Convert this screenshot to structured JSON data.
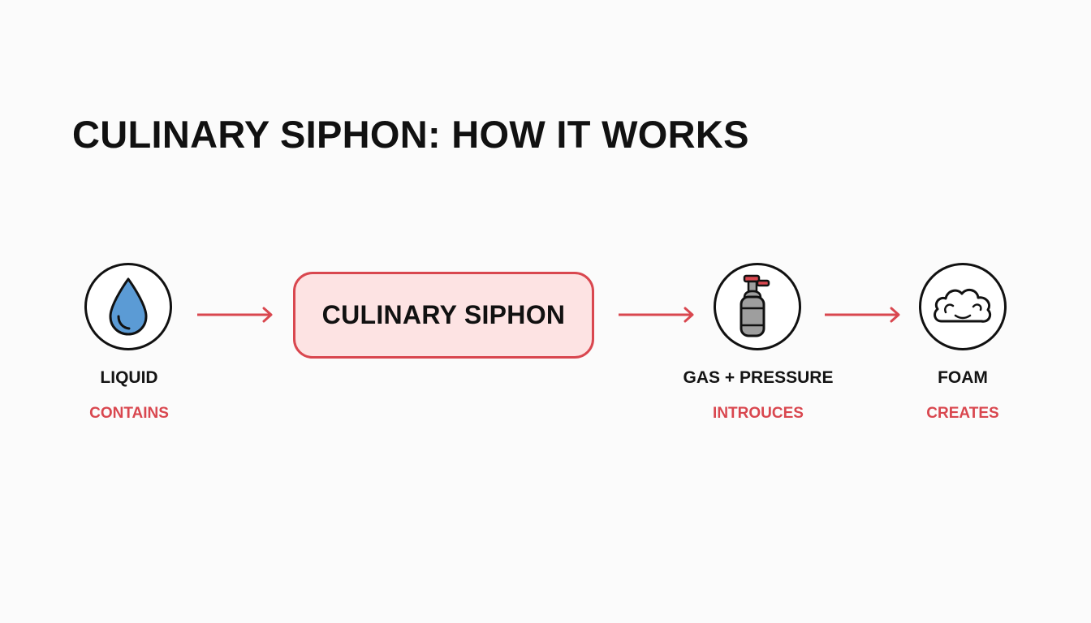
{
  "title": "CULINARY SIPHON: HOW IT WORKS",
  "colors": {
    "accent": "#d9474f",
    "accent_fill": "#fde3e3",
    "ink": "#111111",
    "water": "#5b9bd5"
  },
  "nodes": [
    {
      "label": "LIQUID",
      "verb": "CONTAINS",
      "icon": "water-drop-icon"
    },
    {
      "label": "CULINARY SIPHON"
    },
    {
      "label": "GAS + PRESSURE",
      "verb": "INTROUCES",
      "icon": "gas-canister-icon"
    },
    {
      "label": "FOAM",
      "verb": "CREATES",
      "icon": "foam-cloud-icon"
    }
  ]
}
